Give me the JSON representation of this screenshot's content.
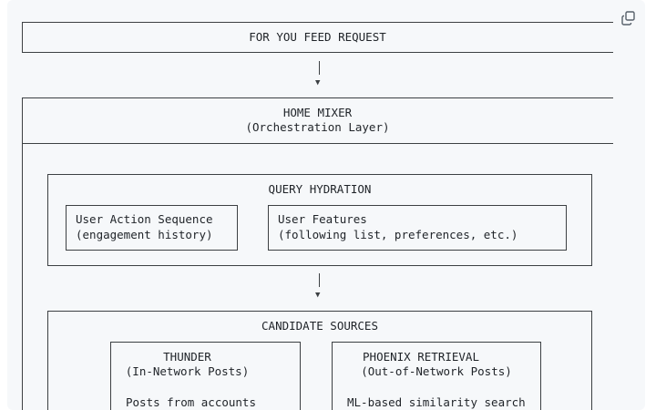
{
  "diagram": {
    "feed_request": {
      "title": "FOR YOU FEED REQUEST"
    },
    "home_mixer": {
      "title": "HOME MIXER",
      "subtitle": "(Orchestration Layer)"
    },
    "query_hydration": {
      "title": "QUERY HYDRATION",
      "user_action_sequence": {
        "line1": "User Action Sequence",
        "line2": "(engagement history)"
      },
      "user_features": {
        "line1": "User Features",
        "line2": "(following list, preferences, etc.)"
      }
    },
    "candidate_sources": {
      "title": "CANDIDATE SOURCES",
      "thunder": {
        "title": "THUNDER",
        "subtitle": "(In-Network Posts)",
        "desc": "Posts from accounts"
      },
      "phoenix": {
        "title": "PHOENIX RETRIEVAL",
        "subtitle": "(Out-of-Network Posts)",
        "desc": "ML-based similarity search"
      }
    }
  },
  "toolbar": {
    "copy_icon": "copy-icon"
  }
}
